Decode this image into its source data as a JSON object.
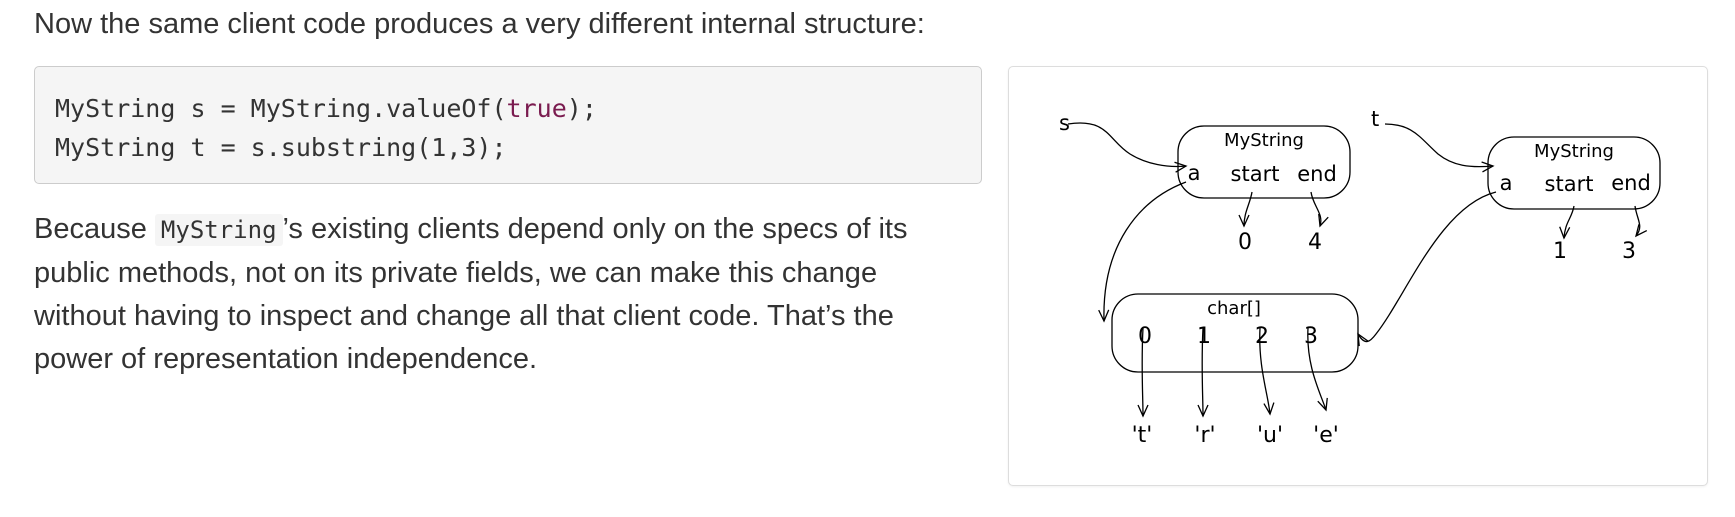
{
  "intro": "Now the same client code produces a very different internal structure:",
  "code": {
    "line1": {
      "before": "MyString s = MyString.valueOf(",
      "keyword": "true",
      "after": ");"
    },
    "line2": "MyString t = s.substring(1,3);"
  },
  "explanation": {
    "part1": "Because ",
    "code": "MyString",
    "part2": "’s existing clients depend only on the specs of its public methods, not on its private fields, we can make this change without having to inspect and change all that client code. That’s the power of representation independence."
  },
  "diagram": {
    "var_s": "s",
    "var_t": "t",
    "object_s": {
      "type": "MyString",
      "field_a": "a",
      "field_start": "start",
      "field_end": "end",
      "start_value": "0",
      "end_value": "4"
    },
    "object_t": {
      "type": "MyString",
      "field_a": "a",
      "field_start": "start",
      "field_end": "end",
      "start_value": "1",
      "end_value": "3"
    },
    "array": {
      "type": "char[]",
      "indices": [
        "0",
        "1",
        "2",
        "3"
      ],
      "values": [
        "'t'",
        "'r'",
        "'u'",
        "'e'"
      ]
    }
  }
}
